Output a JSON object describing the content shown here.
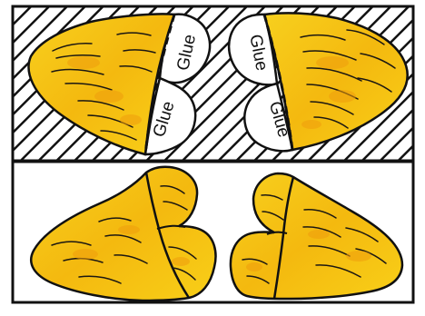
{
  "template": {
    "top_panel": {
      "labels": [
        "Glue",
        "Glue",
        "Glue",
        "Glue"
      ]
    },
    "bottom_panel": {
      "labels": []
    }
  },
  "colors": {
    "background": "#ffffff",
    "outline": "#111111",
    "hatch": "#111111",
    "fill_yellow": "#f9d318",
    "fill_orange": "#f1a70c",
    "scribble": "#1b1712"
  },
  "icons": {
    "fold_line": "dashed-line",
    "hatched_area": "diagonal-hatch"
  }
}
